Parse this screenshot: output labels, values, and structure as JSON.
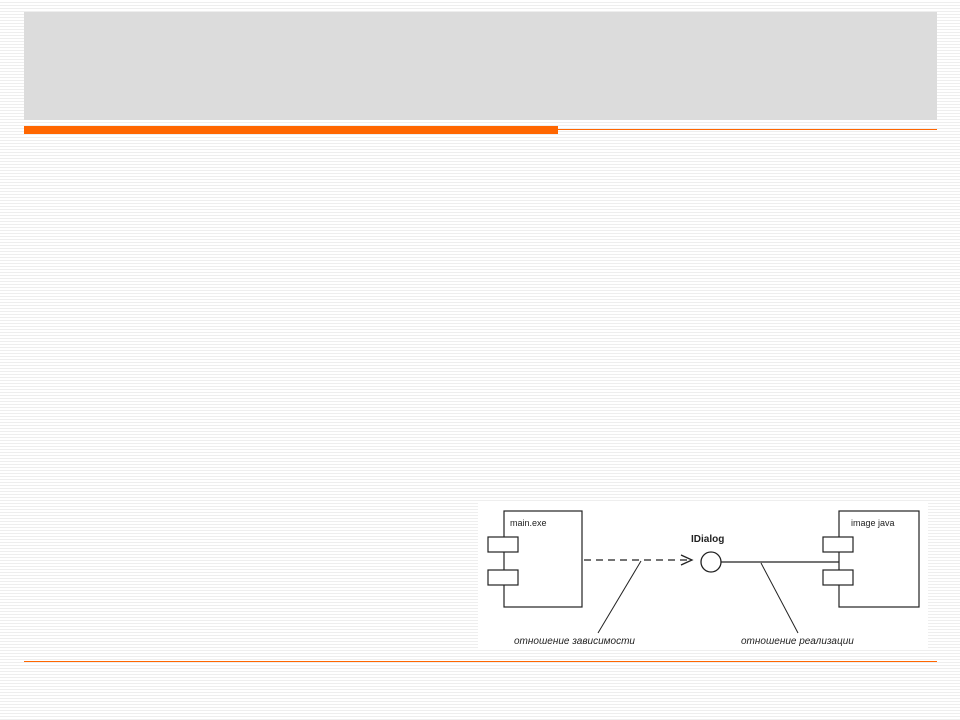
{
  "slide": {
    "title": ""
  },
  "diagram": {
    "components": [
      {
        "name": "main.exe"
      },
      {
        "name": "image java"
      }
    ],
    "interface": {
      "name": "IDialog"
    },
    "labels": {
      "dependency": "отношение зависимости",
      "realization": "отношение реализации"
    }
  },
  "colors": {
    "accent": "#ff6600",
    "header_background": "#dcdcdc"
  }
}
